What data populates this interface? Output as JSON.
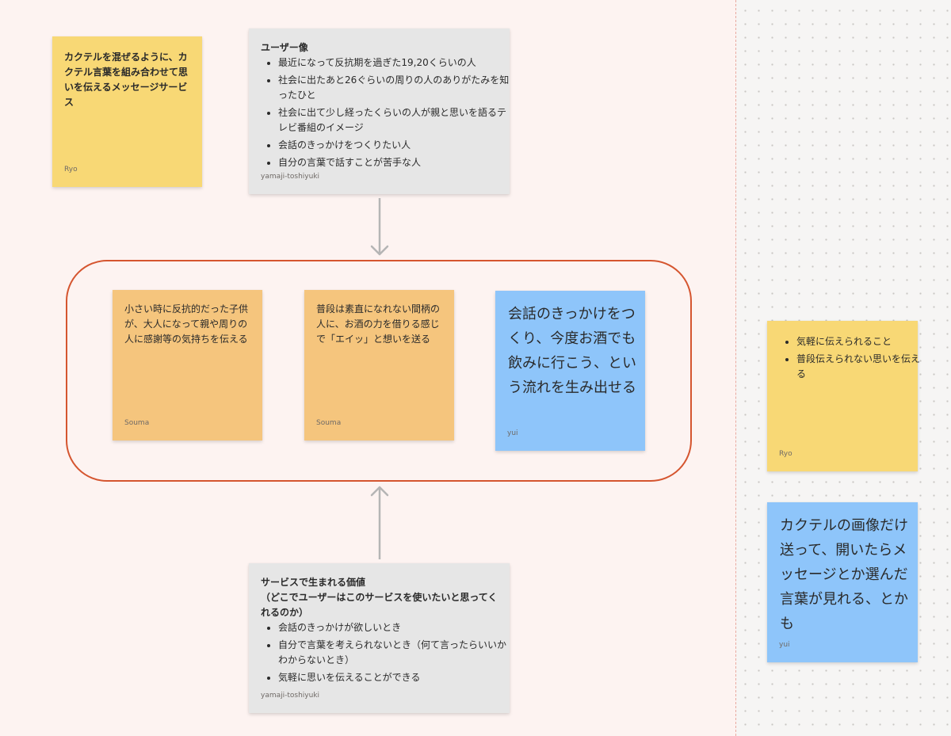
{
  "notes": {
    "ryo_cocktail": {
      "text": "カクテルを混ぜるように、カクテル言葉を組み合わせて思いを伝えるメッセージサービス",
      "author": "Ryo"
    },
    "user_persona": {
      "title": "ユーザー像",
      "items": [
        "最近になって反抗期を過ぎた19,20くらいの人",
        "社会に出たあと26ぐらいの周りの人のありがたみを知ったひと",
        "社会に出て少し経ったくらいの人が親と思いを語るテレビ番組のイメージ",
        "会話のきっかけをつくりたい人",
        "自分の言葉で話すことが苦手な人"
      ],
      "author": "yamaji-toshiyuki"
    },
    "souma_1": {
      "text": "小さい時に反抗的だった子供が、大人になって親や周りの人に感謝等の気持ちを伝える",
      "author": "Souma"
    },
    "souma_2": {
      "text": "普段は素直になれない間柄の人に、お酒の力を借りる感じで「エイッ」と想いを送る",
      "author": "Souma"
    },
    "yui_1": {
      "text": "会話のきっかけをつくり、今度お酒でも飲みに行こう、という流れを生み出せる",
      "author": "yui"
    },
    "service_value": {
      "title": "サービスで生まれる価値",
      "subtitle": "（どこでユーザーはこのサービスを使いたいと思ってくれるのか）",
      "items": [
        "会話のきっかけが欲しいとき",
        "自分で言葉を考えられないとき（何て言ったらいいかわからないとき）",
        "気軽に思いを伝えることができる"
      ],
      "author": "yamaji-toshiyuki"
    },
    "ryo_2": {
      "items": [
        "気軽に伝えられること",
        "普段伝えられない思いを伝える"
      ],
      "author": "Ryo"
    },
    "yui_2": {
      "text": "カクテルの画像だけ送って、開いたらメッセージとか選んだ言葉が見れる、とかも",
      "author": "yui"
    }
  },
  "colors": {
    "section_bg": "#fdf3f1",
    "sticky_yellow": "#f8d875",
    "sticky_gray": "#e6e6e6",
    "sticky_orange": "#f5c57d",
    "sticky_blue": "#8ec5fa",
    "highlight_border": "#d5552f",
    "arrow": "#b5b5b5"
  }
}
